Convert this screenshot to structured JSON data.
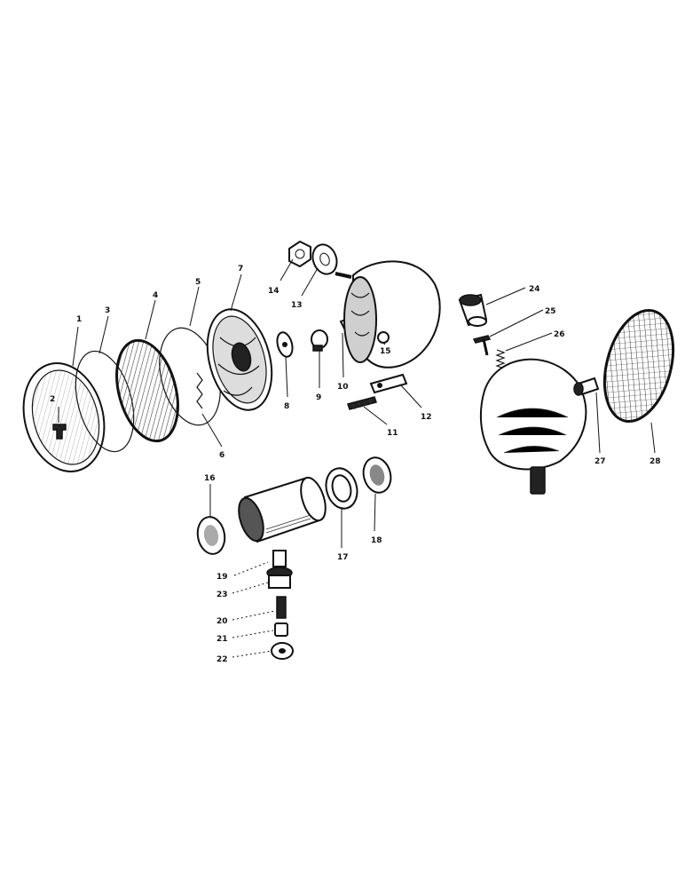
{
  "diagram": {
    "labels": [
      "1",
      "2",
      "3",
      "4",
      "5",
      "6",
      "7",
      "8",
      "9",
      "10",
      "11",
      "12",
      "13",
      "14",
      "15",
      "16",
      "17",
      "18",
      "19",
      "20",
      "21",
      "22",
      "23",
      "24",
      "25",
      "26",
      "27",
      "28"
    ]
  }
}
